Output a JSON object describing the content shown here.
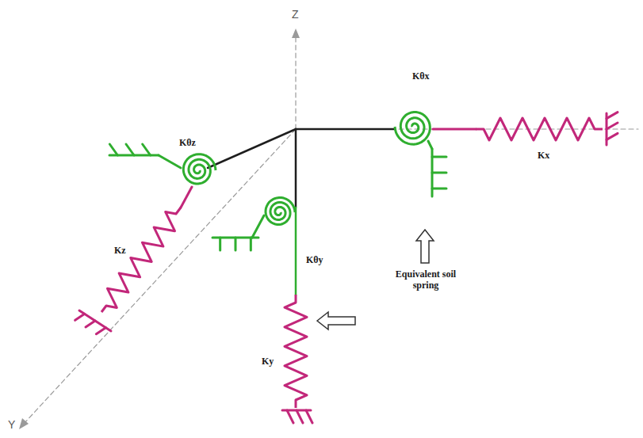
{
  "diagram": {
    "labels": [
      "Z",
      "Y",
      "Kθx",
      "Kx",
      "Kθz",
      "Kz",
      "Kθy",
      "Ky",
      "Equivalent soil spring"
    ]
  }
}
